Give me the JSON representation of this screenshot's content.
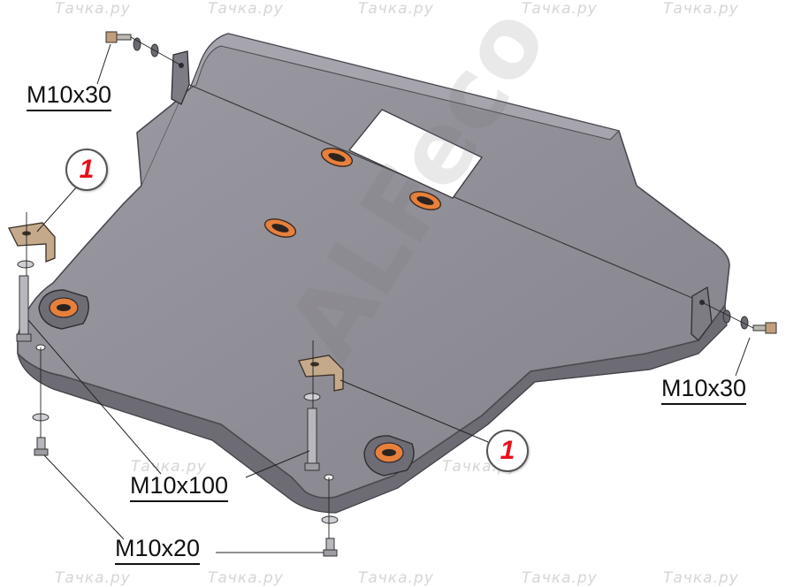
{
  "watermark_text": "Тачка.ру",
  "brand_watermark": "ALFeco",
  "labels": {
    "bolt_top_left": "M10x30",
    "bolt_right": "M10x30",
    "bolt_long": "M10x100",
    "bolt_short": "M10x20"
  },
  "callouts": {
    "bracket_left": "1",
    "bracket_center": "1"
  },
  "colors": {
    "plate_fill": "#8f8d95",
    "plate_edge": "#4a4950",
    "hole_accent": "#e7803c",
    "callout_text": "#e8101a"
  }
}
